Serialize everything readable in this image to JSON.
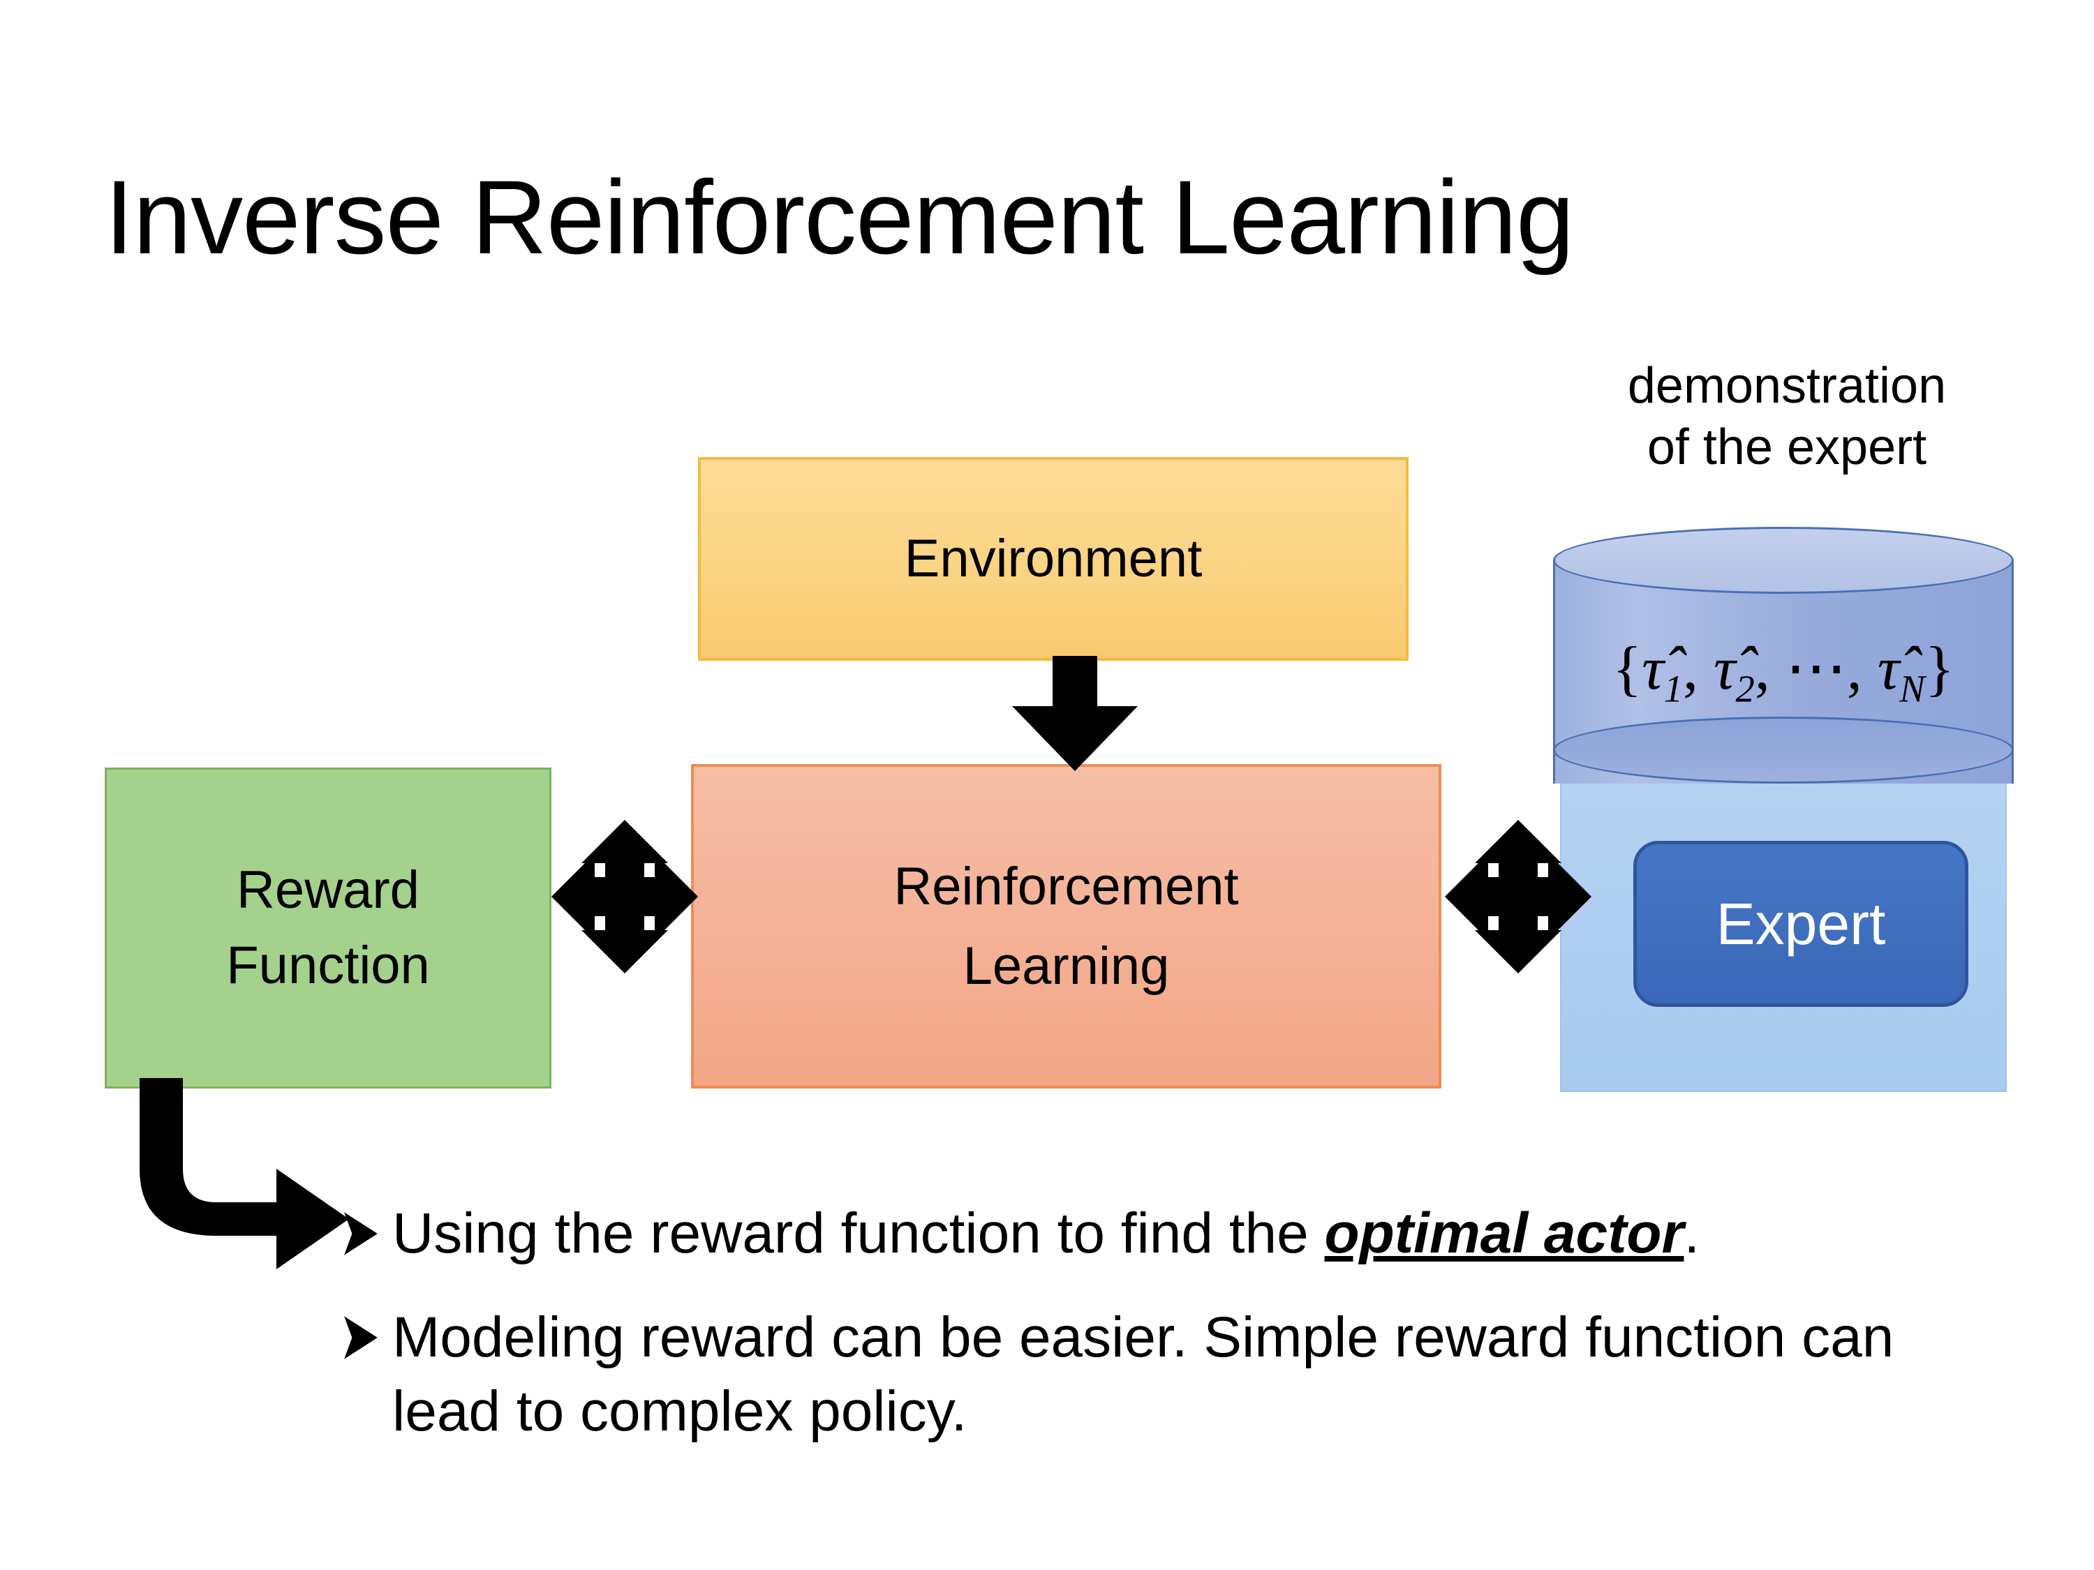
{
  "slide": {
    "title": "Inverse Reinforcement Learning",
    "background_color": "#ffffff"
  },
  "diagram": {
    "environment": {
      "label": "Environment",
      "fill_color": "#fbd384",
      "border_color": "#f3bc3f"
    },
    "reinforcement_learning": {
      "label": "Reinforcement\nLearning",
      "fill_color": "#f4b49a",
      "border_color": "#ef8c52"
    },
    "reward_function": {
      "label": "Reward\nFunction",
      "fill_color": "#a4d18b",
      "border_color": "#7cb35f"
    },
    "expert": {
      "label": "Expert",
      "fill_color": "#3b68b8",
      "border_color": "#2f55a0",
      "text_color": "#ffffff"
    },
    "expert_panel": {
      "fill_color": "#a9cbef"
    },
    "demonstration": {
      "caption": "demonstration\nof the expert",
      "formula_open": "{",
      "formula_items": [
        "τ̂1",
        "τ̂2",
        "⋯",
        "τ̂N"
      ],
      "formula_plain": "{τ̂₁, τ̂₂, ⋯, τ̂ₙ}",
      "cylinder_fill_color": "#9db1df",
      "cylinder_top_color": "#b2c2e6",
      "cylinder_border_color": "#4a6fb5"
    },
    "arrows": {
      "environment_to_rl": "down-arrow-icon",
      "reward_rl_link": "four-way-arrow-icon",
      "rl_expert_link": "four-way-arrow-icon",
      "reward_to_bullets": "bent-arrow-icon",
      "color": "#000000"
    }
  },
  "bullets": {
    "marker_icon": "chevron-right-bullet-icon",
    "items": [
      {
        "prefix": "Using the reward function to find the ",
        "emphasis": "optimal actor",
        "suffix": "."
      },
      {
        "prefix": "Modeling reward can be easier. Simple reward function can lead to complex policy.",
        "emphasis": "",
        "suffix": ""
      }
    ]
  }
}
